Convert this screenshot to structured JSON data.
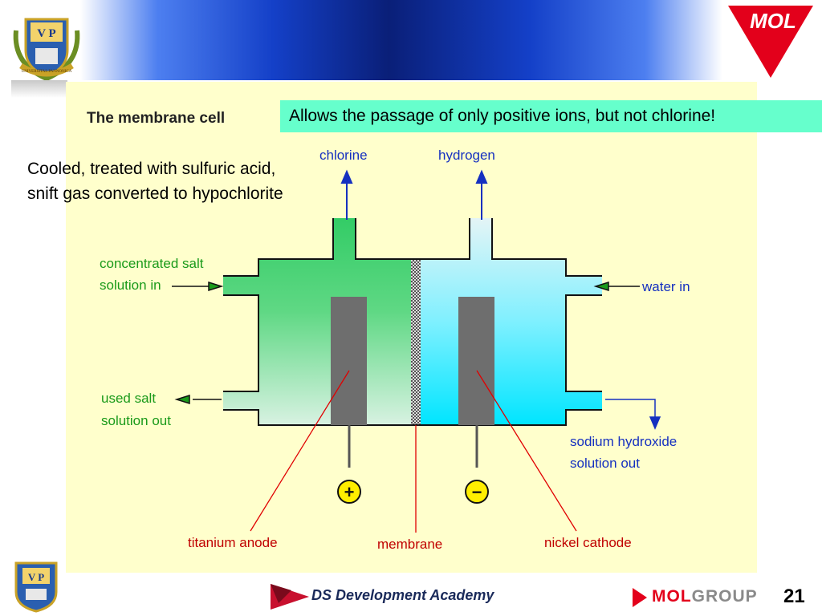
{
  "callout": {
    "text": "Allows the passage of only positive ions, but not chlorine!"
  },
  "note": {
    "text": "Cooled, treated with sulfuric acid, snift gas converted to hypochlorite"
  },
  "diagram": {
    "title": "The membrane cell",
    "labels": {
      "chlorine": "chlorine",
      "hydrogen": "hydrogen",
      "salt_in_line1": "concentrated salt",
      "salt_in_line2": "solution in",
      "water_in": "water in",
      "salt_out_line1": "used salt",
      "salt_out_line2": "solution out",
      "naoh_line1": "sodium hydroxide",
      "naoh_line2": "solution out",
      "anode": "titanium anode",
      "membrane": "membrane",
      "cathode": "nickel cathode",
      "plus": "+",
      "minus": "−"
    },
    "colors": {
      "anode_fluid": "#33cc66",
      "cathode_fluid": "#00e5ff",
      "electrode": "#6e6e6e",
      "label_green": "#1a9a1a",
      "label_blue": "#1530c0",
      "label_red": "#c00000",
      "pointer": "#e00000"
    }
  },
  "crest": {
    "top_text": "V P",
    "motto": "UNIVERSITAS PANNONICA"
  },
  "brand": {
    "top_logo": "MOL"
  },
  "footer": {
    "academy": "DS Development Academy",
    "molgroup_a": "MOL",
    "molgroup_b": "GROUP",
    "page_number": "21"
  }
}
